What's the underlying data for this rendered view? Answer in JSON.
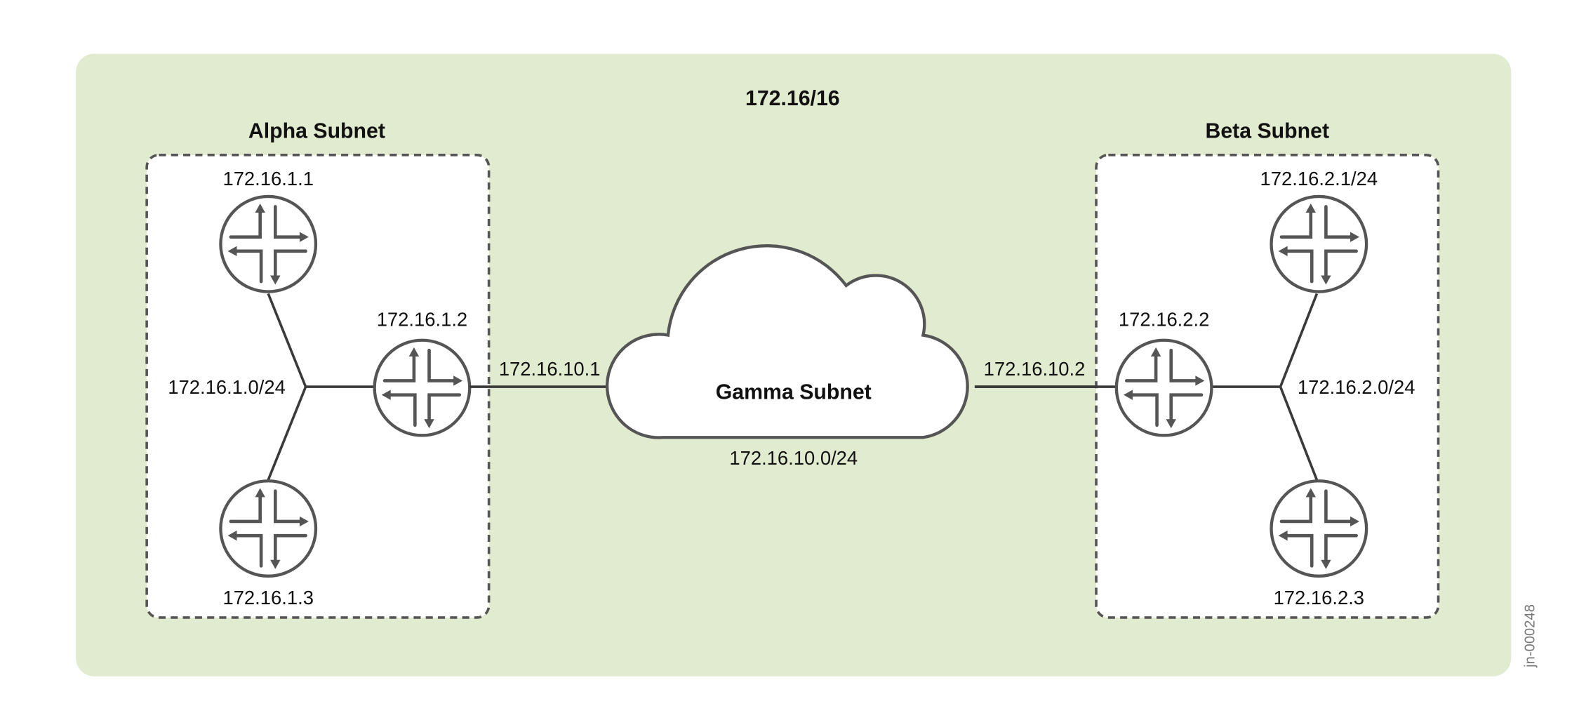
{
  "title": "172.16/16",
  "alpha": {
    "title": "Alpha Subnet",
    "router_1": "172.16.1.1",
    "router_2": "172.16.1.2",
    "router_3": "172.16.1.3",
    "network": "172.16.1.0/24"
  },
  "beta": {
    "title": "Beta Subnet",
    "router_1": "172.16.2.1/24",
    "router_2": "172.16.2.2",
    "router_3": "172.16.2.3",
    "network": "172.16.2.0/24"
  },
  "gamma": {
    "title": "Gamma Subnet",
    "network": "172.16.10.0/24",
    "left_if": "172.16.10.1",
    "right_if": "172.16.10.2"
  },
  "figure_id": "jn-000248",
  "colors": {
    "background": "#e1ebcf",
    "stroke": "#555555"
  }
}
